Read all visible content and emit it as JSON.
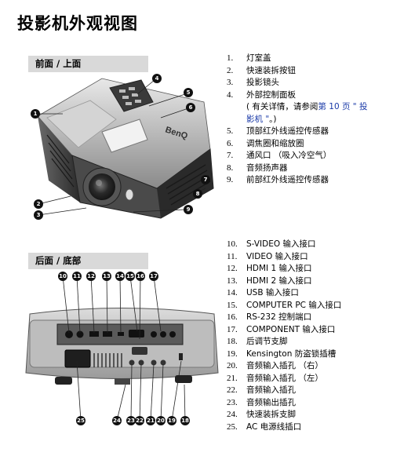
{
  "page_title": "投影机外观视图",
  "front": {
    "heading": "前面 / 上面",
    "brand": "BenQ",
    "callouts": [
      "1",
      "2",
      "3",
      "4",
      "5",
      "6",
      "7",
      "8",
      "9"
    ]
  },
  "rear": {
    "heading": "后面 / 底部",
    "callouts_top": [
      "10",
      "11",
      "12",
      "13",
      "14",
      "15",
      "16",
      "17"
    ],
    "callouts_bottom": [
      "25",
      "24",
      "23",
      "22",
      "21",
      "20",
      "19",
      "18"
    ]
  },
  "front_list": [
    {
      "num": "1.",
      "text": "灯室盖"
    },
    {
      "num": "2.",
      "text": "快速装拆按钮"
    },
    {
      "num": "3.",
      "text": "投影镜头"
    },
    {
      "num": "4.",
      "text": "外部控制面板",
      "note_pre": "( 有关详情，请参阅",
      "note_link": "第 10 页 \" 投",
      "note_link2": "影机 \"",
      "note_post": "。)"
    },
    {
      "num": "5.",
      "text": "顶部红外线遥控传感器"
    },
    {
      "num": "6.",
      "text": "调焦圈和缩放圈"
    },
    {
      "num": "7.",
      "text": "通风口 （吸入冷空气）"
    },
    {
      "num": "8.",
      "text": "音频扬声器"
    },
    {
      "num": "9.",
      "text": "前部红外线遥控传感器"
    }
  ],
  "rear_list": [
    {
      "num": "10.",
      "text": "S-VIDEO 输入接口"
    },
    {
      "num": "11.",
      "text": "VIDEO 输入接口"
    },
    {
      "num": "12.",
      "text": "HDMI 1 输入接口"
    },
    {
      "num": "13.",
      "text": "HDMI 2 输入接口"
    },
    {
      "num": "14.",
      "text": "USB 输入接口"
    },
    {
      "num": "15.",
      "text": "COMPUTER PC 输入接口"
    },
    {
      "num": "16.",
      "text": "RS-232 控制端口"
    },
    {
      "num": "17.",
      "text": "COMPONENT 输入接口"
    },
    {
      "num": "18.",
      "text": "后调节支脚"
    },
    {
      "num": "19.",
      "text": "Kensington 防盗锁插槽"
    },
    {
      "num": "20.",
      "text": "音频输入插孔 （右）"
    },
    {
      "num": "21.",
      "text": "音频输入插孔 （左）"
    },
    {
      "num": "22.",
      "text": "音频输入插孔"
    },
    {
      "num": "23.",
      "text": "音频输出插孔"
    },
    {
      "num": "24.",
      "text": "快速装拆支脚"
    },
    {
      "num": "25.",
      "text": "AC 电源线插口"
    }
  ]
}
